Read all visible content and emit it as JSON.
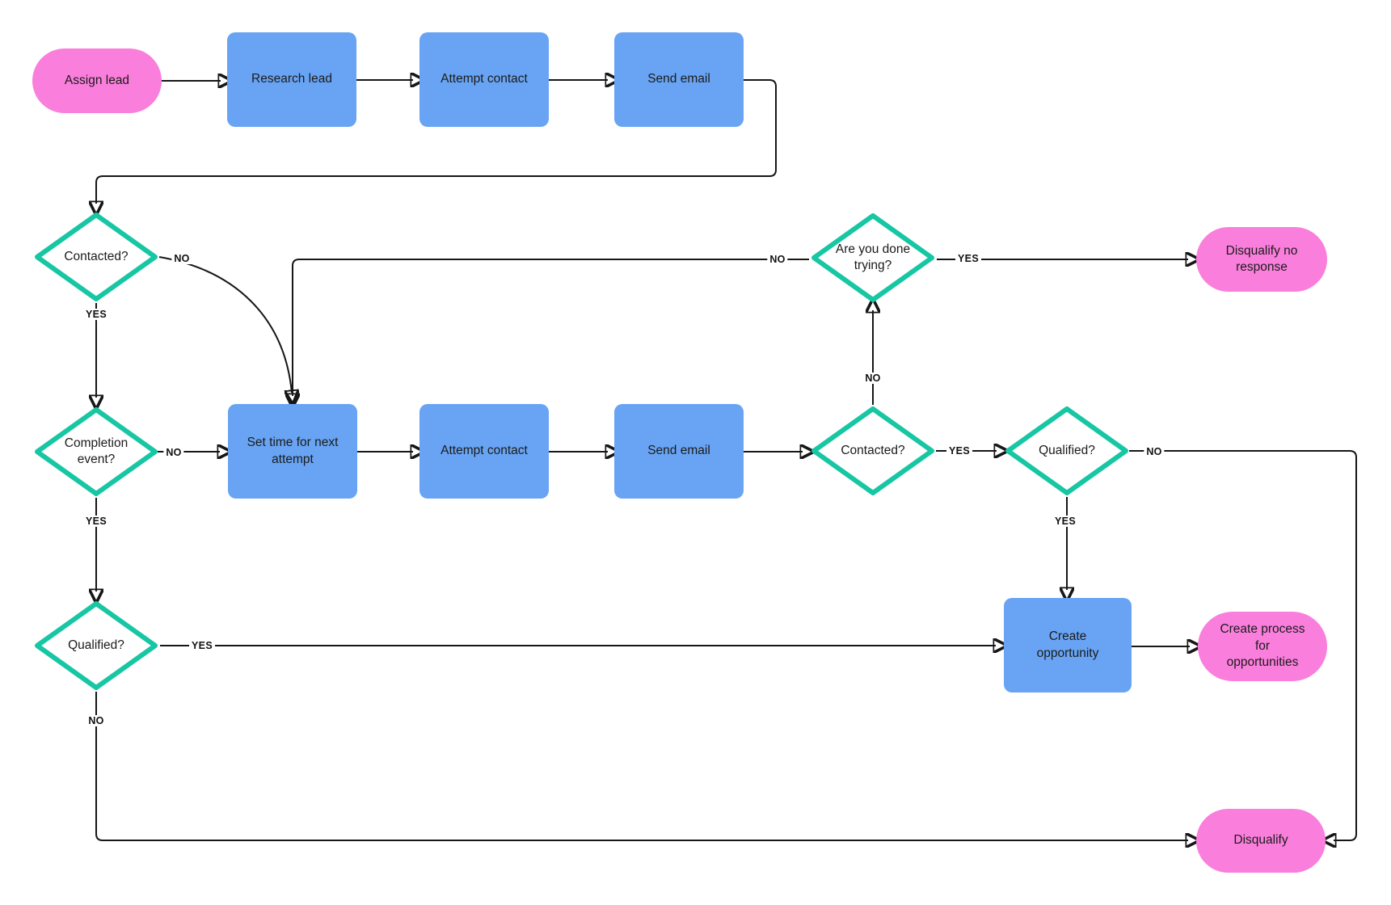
{
  "colors": {
    "process_fill": "#68A4F3",
    "terminal_fill": "#FA7EDC",
    "decision_stroke": "#17C6A3",
    "decision_fill": "#FFFFFF",
    "connector": "#161616",
    "text": "#1B1B1B"
  },
  "nodes": {
    "assign_lead": {
      "label": "Assign lead",
      "type": "terminal"
    },
    "research_lead": {
      "label": "Research lead",
      "type": "process"
    },
    "attempt_contact_1": {
      "label": "Attempt contact",
      "type": "process"
    },
    "send_email_1": {
      "label": "Send email",
      "type": "process"
    },
    "contacted_1": {
      "label": "Contacted?",
      "type": "decision"
    },
    "are_you_done_trying": {
      "label": "Are you done trying?",
      "type": "decision"
    },
    "disqualify_no_response": {
      "label": "Disqualify no response",
      "type": "terminal"
    },
    "completion_event": {
      "label": "Completion event?",
      "type": "decision"
    },
    "set_time_next_attempt": {
      "label": "Set time for next attempt",
      "type": "process"
    },
    "attempt_contact_2": {
      "label": "Attempt contact",
      "type": "process"
    },
    "send_email_2": {
      "label": "Send email",
      "type": "process"
    },
    "contacted_2": {
      "label": "Contacted?",
      "type": "decision"
    },
    "qualified_2": {
      "label": "Qualified?",
      "type": "decision"
    },
    "create_opportunity": {
      "label": "Create opportunity",
      "type": "process"
    },
    "create_process_opportunities": {
      "label": "Create process for opportunities",
      "type": "terminal"
    },
    "qualified_1": {
      "label": "Qualified?",
      "type": "decision"
    },
    "disqualify": {
      "label": "Disqualify",
      "type": "terminal"
    }
  },
  "edge_labels": {
    "contacted1_no": "NO",
    "contacted1_yes": "YES",
    "done_trying_no": "NO",
    "done_trying_yes": "YES",
    "completion_no": "NO",
    "completion_yes": "YES",
    "contacted2_no": "NO",
    "contacted2_yes": "YES",
    "qualified2_yes": "YES",
    "qualified2_no": "NO",
    "qualified1_yes": "YES",
    "qualified1_no": "NO"
  }
}
